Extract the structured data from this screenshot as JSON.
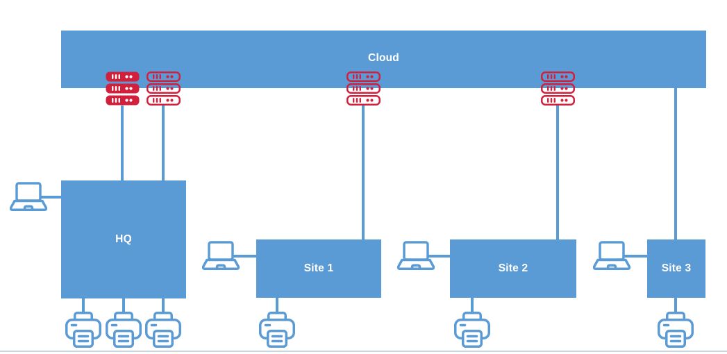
{
  "colors": {
    "node_fill": "#5B9BD5",
    "connector": "#5B9BD5",
    "device_stroke": "#5B9BD5",
    "server_red": "#D2203C",
    "label_text": "#FFFFFF",
    "page_rule": "#CDD7E0"
  },
  "nodes": {
    "cloud": {
      "label": "Cloud"
    },
    "hq": {
      "label": "HQ"
    },
    "site1": {
      "label": "Site 1"
    },
    "site2": {
      "label": "Site 2"
    },
    "site3": {
      "label": "Site 3"
    }
  },
  "devices": {
    "server_stacks": [
      {
        "name": "hq-server-stack-solid",
        "style": "solid-red",
        "rows": 3
      },
      {
        "name": "hq-server-stack-outline",
        "style": "outline-red",
        "rows": 3
      },
      {
        "name": "site1-server-stack",
        "style": "outline-red",
        "rows": 3
      },
      {
        "name": "site2-server-stack",
        "style": "outline-red",
        "rows": 3
      }
    ],
    "laptops": [
      "hq-laptop",
      "site1-laptop",
      "site2-laptop",
      "site3-laptop"
    ],
    "printers": [
      "hq-printer-1",
      "hq-printer-2",
      "hq-printer-3",
      "site1-printer",
      "site2-printer",
      "site3-printer"
    ]
  },
  "connections": [
    {
      "from": "hq-server-stack-solid",
      "to": "hq"
    },
    {
      "from": "hq-server-stack-outline",
      "to": "hq"
    },
    {
      "from": "site1-server-stack",
      "to": "site1"
    },
    {
      "from": "site2-server-stack",
      "to": "site2"
    },
    {
      "from": "cloud",
      "to": "site3"
    },
    {
      "from": "hq-laptop",
      "to": "hq"
    },
    {
      "from": "site1-laptop",
      "to": "site1"
    },
    {
      "from": "site2-laptop",
      "to": "site2"
    },
    {
      "from": "site3-laptop",
      "to": "site3"
    },
    {
      "from": "hq",
      "to": "hq-printer-1"
    },
    {
      "from": "hq",
      "to": "hq-printer-2"
    },
    {
      "from": "hq",
      "to": "hq-printer-3"
    },
    {
      "from": "site1",
      "to": "site1-printer"
    },
    {
      "from": "site2",
      "to": "site2-printer"
    },
    {
      "from": "site3",
      "to": "site3-printer"
    }
  ]
}
